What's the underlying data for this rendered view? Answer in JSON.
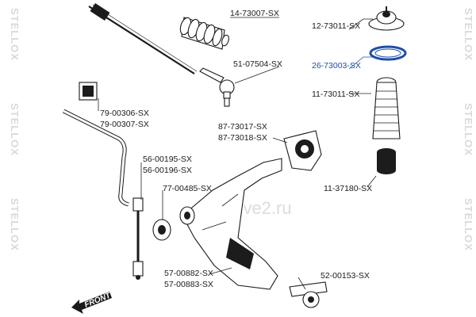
{
  "watermark": {
    "side_text": "STELLOX",
    "center_text": "drive2.ru"
  },
  "front_marker": "FRONT",
  "labels": {
    "p14_73007": "14-73007-SX",
    "p12_73011": "12-73011-SX",
    "p26_73003": "26-73003-SX",
    "p51_07504": "51-07504-SX",
    "p11_73011": "11-73011-SX",
    "p79_00306": "79-00306-SX",
    "p79_00307": "79-00307-SX",
    "p87_73017": "87-73017-SX",
    "p87_73018": "87-73018-SX",
    "p56_00195": "56-00195-SX",
    "p56_00196": "56-00196-SX",
    "p77_00485": "77-00485-SX",
    "p11_37180": "11-37180-SX",
    "p57_00882": "57-00882-SX",
    "p57_00883": "57-00883-SX",
    "p52_00153": "52-00153-SX"
  },
  "colors": {
    "highlight": "#1f4fa8",
    "ink": "#1a1a1a",
    "watermark": "#d9d9d9"
  }
}
